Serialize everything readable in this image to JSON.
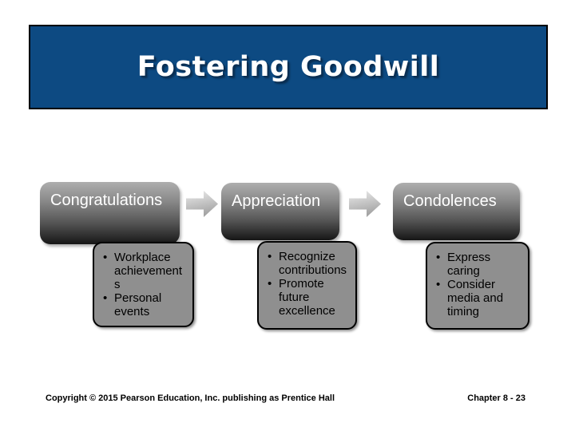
{
  "title": "Fostering Goodwill",
  "bullet_char": "•",
  "columns": [
    {
      "header": "Congratulations",
      "bullets": [
        "Workplace\nachievement\ns",
        "Personal\nevents"
      ]
    },
    {
      "header": "Appreciation",
      "bullets": [
        "Recognize\ncontributions",
        "Promote\nfuture\nexcellence"
      ]
    },
    {
      "header": "Condolences",
      "bullets": [
        "Express\ncaring",
        "Consider\nmedia and\ntiming"
      ]
    }
  ],
  "footer": {
    "copyright": "Copyright © 2015 Pearson Education, Inc. publishing as Prentice Hall",
    "page": "Chapter 8 - 23"
  },
  "icons": {
    "flow_arrow": "arrow-right"
  },
  "colors": {
    "title_bar_bg": "#0d4a82",
    "title_text": "#ffffff",
    "stage_box_gradient_top": "#aeaeae",
    "stage_box_gradient_bottom": "#161616",
    "detail_box_bg": "#8f8f8f",
    "detail_box_border": "#000000",
    "arrow_fill_light": "#ececec",
    "arrow_fill_dark": "#a3a3a3",
    "footer_text": "#000000"
  }
}
